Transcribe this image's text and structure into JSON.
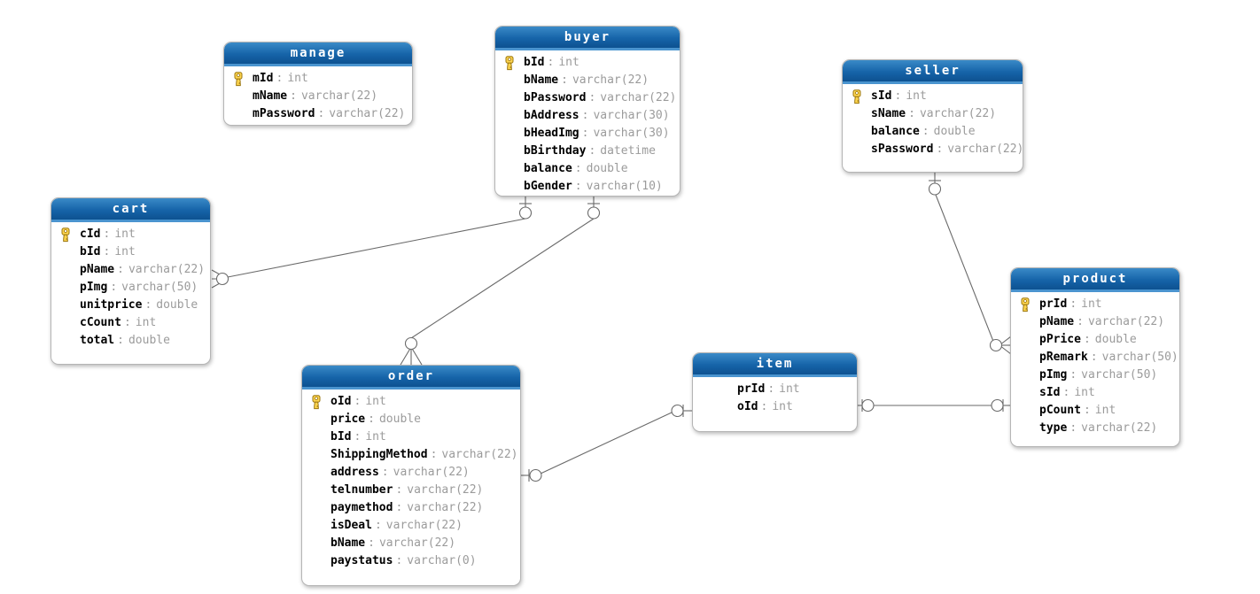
{
  "diagram_type": "entity-relationship-diagram",
  "colors": {
    "header_gradient_top": "#3a8ac7",
    "header_gradient_bottom": "#0d5190",
    "header_strip": "#4a94cf",
    "table_body": "#ffffff",
    "table_border": "#b5b5b5",
    "field_name": "#000000",
    "field_type": "#9b9b9b",
    "relation_line": "#6a6a6a",
    "key_icon_fill": "#fdd44e",
    "key_icon_outline": "#9a7610"
  },
  "icons": [
    {
      "name": "primary-key-icon",
      "meaning": "primary key field",
      "color": "#fdd44e"
    }
  ],
  "tables": [
    {
      "name": "manage",
      "fields": [
        {
          "name": "mId",
          "type": "int",
          "key": true
        },
        {
          "name": "mName",
          "type": "varchar(22)"
        },
        {
          "name": "mPassword",
          "type": "varchar(22)"
        }
      ]
    },
    {
      "name": "buyer",
      "fields": [
        {
          "name": "bId",
          "type": "int",
          "key": true
        },
        {
          "name": "bName",
          "type": "varchar(22)"
        },
        {
          "name": "bPassword",
          "type": "varchar(22)"
        },
        {
          "name": "bAddress",
          "type": "varchar(30)"
        },
        {
          "name": "bHeadImg",
          "type": "varchar(30)"
        },
        {
          "name": "bBirthday",
          "type": "datetime"
        },
        {
          "name": "balance",
          "type": "double"
        },
        {
          "name": "bGender",
          "type": "varchar(10)"
        }
      ]
    },
    {
      "name": "seller",
      "fields": [
        {
          "name": "sId",
          "type": "int",
          "key": true
        },
        {
          "name": "sName",
          "type": "varchar(22)"
        },
        {
          "name": "balance",
          "type": "double"
        },
        {
          "name": "sPassword",
          "type": "varchar(22)"
        }
      ]
    },
    {
      "name": "cart",
      "fields": [
        {
          "name": "cId",
          "type": "int",
          "key": true
        },
        {
          "name": "bId",
          "type": "int"
        },
        {
          "name": "pName",
          "type": "varchar(22)"
        },
        {
          "name": "pImg",
          "type": "varchar(50)"
        },
        {
          "name": "unitprice",
          "type": "double"
        },
        {
          "name": "cCount",
          "type": "int"
        },
        {
          "name": "total",
          "type": "double"
        }
      ]
    },
    {
      "name": "product",
      "fields": [
        {
          "name": "prId",
          "type": "int",
          "key": true
        },
        {
          "name": "pName",
          "type": "varchar(22)"
        },
        {
          "name": "pPrice",
          "type": "double"
        },
        {
          "name": "pRemark",
          "type": "varchar(50)"
        },
        {
          "name": "pImg",
          "type": "varchar(50)"
        },
        {
          "name": "sId",
          "type": "int"
        },
        {
          "name": "pCount",
          "type": "int"
        },
        {
          "name": "type",
          "type": "varchar(22)"
        }
      ]
    },
    {
      "name": "order",
      "fields": [
        {
          "name": "oId",
          "type": "int",
          "key": true
        },
        {
          "name": "price",
          "type": "double"
        },
        {
          "name": "bId",
          "type": "int"
        },
        {
          "name": "ShippingMethod",
          "type": "varchar(22)"
        },
        {
          "name": "address",
          "type": "varchar(22)"
        },
        {
          "name": "telnumber",
          "type": "varchar(22)"
        },
        {
          "name": "paymethod",
          "type": "varchar(22)"
        },
        {
          "name": "isDeal",
          "type": "varchar(22)"
        },
        {
          "name": "bName",
          "type": "varchar(22)"
        },
        {
          "name": "paystatus",
          "type": "varchar(0)"
        }
      ]
    },
    {
      "name": "item",
      "fields": [
        {
          "name": "prId",
          "type": "int"
        },
        {
          "name": "oId",
          "type": "int"
        }
      ]
    }
  ],
  "relations": [
    {
      "from": "buyer",
      "to": "cart",
      "from_cardinality": "zero-or-one",
      "to_cardinality": "zero-or-many"
    },
    {
      "from": "buyer",
      "to": "order",
      "from_cardinality": "zero-or-one",
      "to_cardinality": "zero-or-many"
    },
    {
      "from": "seller",
      "to": "product",
      "from_cardinality": "zero-or-one",
      "to_cardinality": "zero-or-many"
    },
    {
      "from": "order",
      "to": "item",
      "from_cardinality": "zero-or-one",
      "to_cardinality": "zero-or-one"
    },
    {
      "from": "item",
      "to": "product",
      "from_cardinality": "zero-or-one",
      "to_cardinality": "zero-or-one"
    }
  ]
}
